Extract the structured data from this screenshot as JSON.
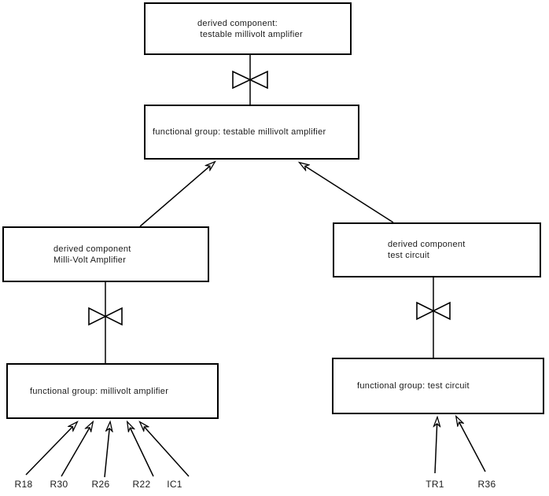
{
  "diagram": {
    "background_color": "#ffffff",
    "line_color": "#000000",
    "text_color": "#1b1b1b",
    "nodes": {
      "derived_testable": {
        "line1": "derived component:",
        "line2": " testable millivolt amplifier"
      },
      "fg_testable": {
        "label": "functional group: testable millivolt amplifier"
      },
      "derived_mva": {
        "line1": "derived component",
        "line2": "Milli-Volt Amplifier"
      },
      "derived_test": {
        "line1": "derived component",
        "line2": "test circuit"
      },
      "fg_mva": {
        "label": "functional group: millivolt amplifier"
      },
      "fg_test": {
        "label": "functional group: test circuit"
      }
    },
    "components": {
      "left": [
        "R18",
        "R30",
        "R26",
        "R22",
        "IC1"
      ],
      "right": [
        "TR1",
        "R36"
      ]
    },
    "icons": {
      "bowtie_connector": "bowtie-connector-icon",
      "arrowhead": "open-arrowhead-icon"
    }
  }
}
